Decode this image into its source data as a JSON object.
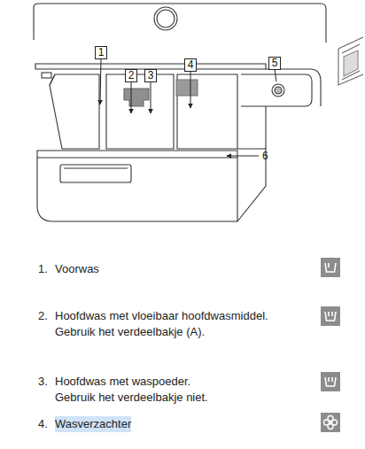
{
  "diagram": {
    "nodes": [
      {
        "text": [
          "1"
        ]
      },
      {
        "text": [
          "2"
        ]
      },
      {
        "text": [
          "3"
        ]
      },
      {
        "text": [
          "4"
        ]
      },
      {
        "text": [
          "5"
        ]
      }
    ],
    "labels": [
      "6",
      "1.",
      "Voorwas",
      "2.",
      "Hoofdwas met vloeibaar hoofdwasmiddel.",
      "Gebruik het verdeelbakje (A).",
      "3.",
      "Hoofdwas met waspoeder.",
      "Gebruik het verdeelbakje niet.",
      "4.",
      "Wasverzachter"
    ]
  }
}
